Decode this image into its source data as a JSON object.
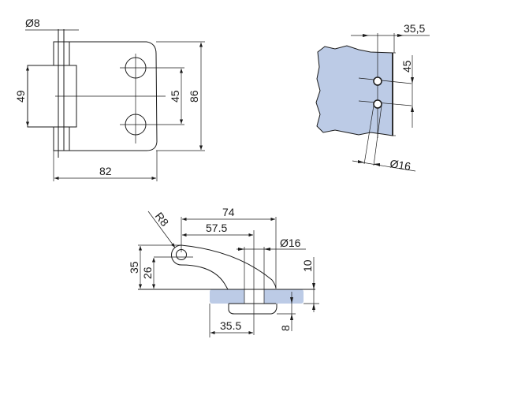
{
  "colors": {
    "glass": "#bccbe6",
    "line": "#1a1a1a"
  },
  "front_view": {
    "pin_diameter": "Ø8",
    "hinge_height": "49",
    "hole_spacing": "45",
    "plate_height": "86",
    "plate_width": "82"
  },
  "glass_view": {
    "edge_offset": "35,5",
    "hole_spacing": "45",
    "hole_diameter": "Ø16"
  },
  "side_view": {
    "radius": "R8",
    "overall_length": "74",
    "hole_center": "57.5",
    "hole_diameter": "Ø16",
    "height_total": "35",
    "pivot_height": "26",
    "glass_thickness": "10",
    "cap_depth": "8",
    "base_offset": "35.5"
  }
}
